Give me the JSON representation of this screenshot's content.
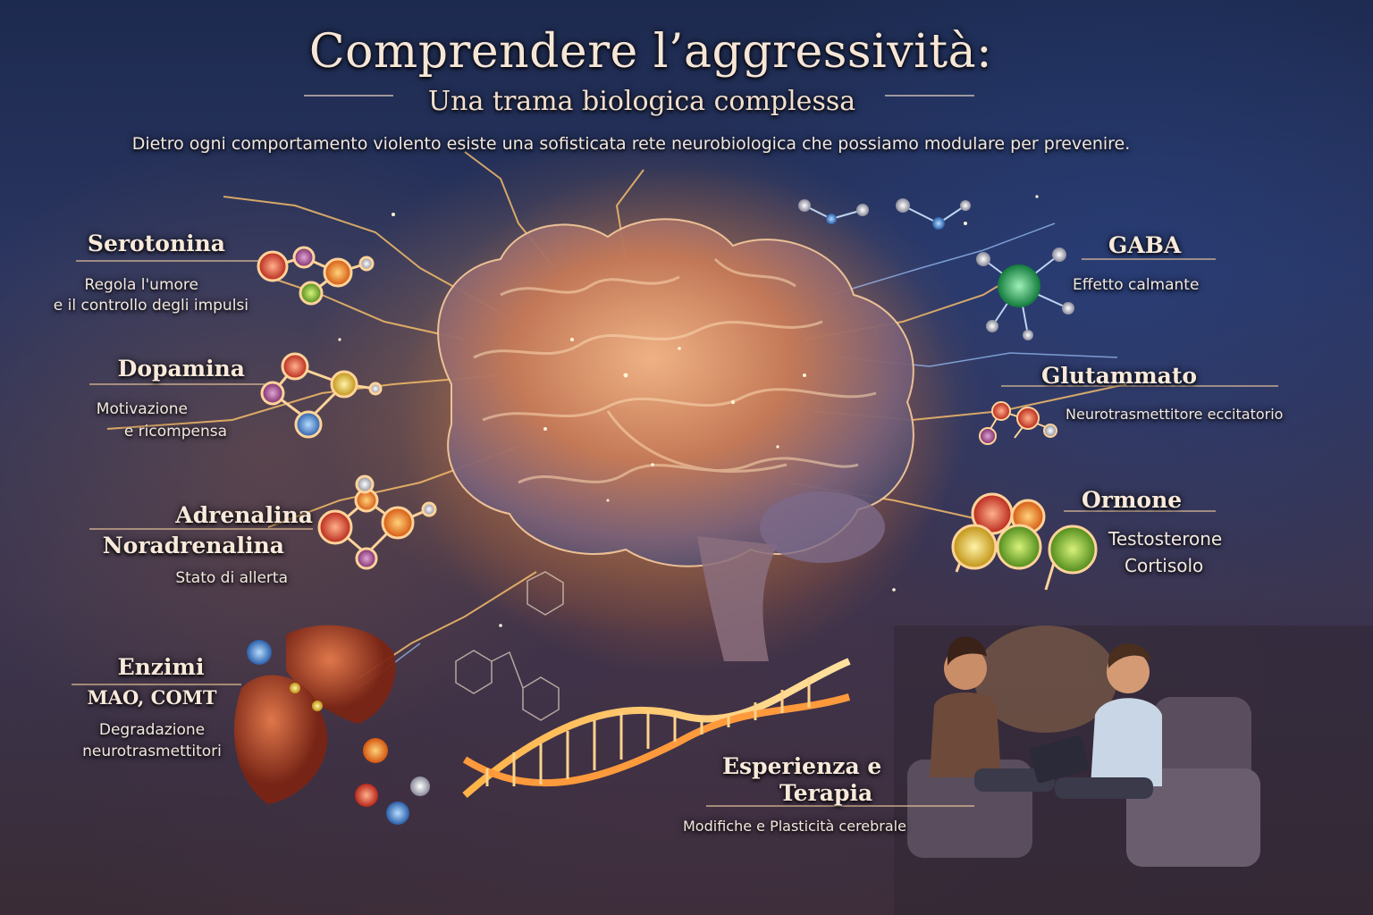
{
  "header": {
    "title": "Comprendere l’aggressività:",
    "subtitle": "Una trama biologica complessa",
    "tagline": "Dietro ogni comportamento violento esiste una sofisticata rete neurobiologica che possiamo modulare per prevenire."
  },
  "labels": {
    "serotonina": {
      "title": "Serotonina",
      "line1": "Regola l'umore",
      "line2": "e il controllo degli impulsi"
    },
    "dopamina": {
      "title": "Dopamina",
      "line1": "Motivazione",
      "line2": "e ricompensa"
    },
    "adrenalina": {
      "title": "Adrenalina",
      "title2": "Noradrenalina",
      "line1": "Stato di allerta"
    },
    "enzimi": {
      "title": "Enzimi",
      "title2": "MAO, COMT",
      "line1": "Degradazione",
      "line2": "neurotrasmettitori"
    },
    "gaba": {
      "title": "GABA",
      "line1": "Effetto calmante"
    },
    "glutammato": {
      "title": "Glutammato",
      "line1": "Neurotrasmettitore eccitatorio"
    },
    "ormone": {
      "title": "Ormone",
      "line1": "Testosterone",
      "line2": "Cortisolo"
    },
    "esperienza": {
      "title": "Esperienza e",
      "title2": "Terapia",
      "line1": "Modifiche e Plasticità cerebrale"
    }
  },
  "illustrations": {
    "brain": "brain-illustration",
    "dna": "dna-helix-illustration",
    "synapse": "synapse-illustration",
    "therapy": "therapy-session-illustration"
  },
  "colors": {
    "accent": "#ff9a3c",
    "text": "#f6ecdf",
    "cool": "#7fb5ff"
  }
}
